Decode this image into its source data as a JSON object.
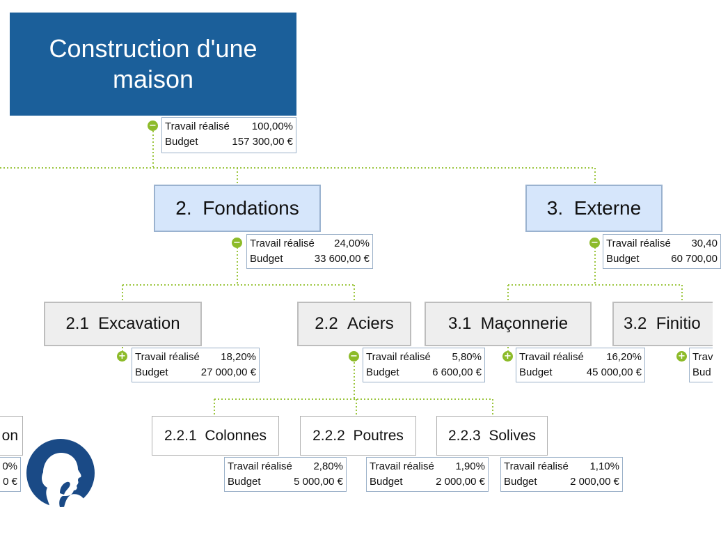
{
  "root": {
    "title_line1": "Construction d'une",
    "title_line2": "maison",
    "work_label": "Travail réalisé",
    "work_value": "100,00%",
    "budget_label": "Budget",
    "budget_value": "157 300,00 €"
  },
  "n2": {
    "num": "2.",
    "name": "Fondations",
    "work_label": "Travail réalisé",
    "work_value": "24,00%",
    "budget_label": "Budget",
    "budget_value": "33 600,00 €"
  },
  "n3": {
    "num": "3.",
    "name": "Externe",
    "work_label": "Travail réalisé",
    "work_value": "30,40",
    "budget_label": "Budget",
    "budget_value": "60 700,00"
  },
  "n21": {
    "num": "2.1",
    "name": "Excavation",
    "work_label": "Travail réalisé",
    "work_value": "18,20%",
    "budget_label": "Budget",
    "budget_value": "27 000,00 €"
  },
  "n22": {
    "num": "2.2",
    "name": "Aciers",
    "work_label": "Travail réalisé",
    "work_value": "5,80%",
    "budget_label": "Budget",
    "budget_value": "6 600,00 €"
  },
  "n31": {
    "num": "3.1",
    "name": "Maçonnerie",
    "work_label": "Travail réalisé",
    "work_value": "16,20%",
    "budget_label": "Budget",
    "budget_value": "45 000,00 €"
  },
  "n32": {
    "num": "3.2",
    "name": "Finitio",
    "work_label": "Trav",
    "budget_label": "Bud"
  },
  "n221": {
    "num": "2.2.1",
    "name": "Colonnes",
    "work_label": "Travail réalisé",
    "work_value": "2,80%",
    "budget_label": "Budget",
    "budget_value": "5 000,00 €"
  },
  "n222": {
    "num": "2.2.2",
    "name": "Poutres",
    "work_label": "Travail réalisé",
    "work_value": "1,90%",
    "budget_label": "Budget",
    "budget_value": "2 000,00 €"
  },
  "n223": {
    "num": "2.2.3",
    "name": "Solives",
    "work_label": "Travail réalisé",
    "work_value": "1,10%",
    "budget_label": "Budget",
    "budget_value": "2 000,00 €"
  },
  "left_partial": {
    "name": "on",
    "work_value": "0%",
    "budget_value": "0 €"
  },
  "toggles": {
    "collapse": "−",
    "expand": "+"
  },
  "colors": {
    "root": "#1b5f9a",
    "level1": "#d6e6fb",
    "connector": "#9bc53d",
    "toggle": "#8dbb2a",
    "logo": "#1a4a86"
  },
  "icons": {
    "logo": "thinking-person-logo-icon"
  }
}
